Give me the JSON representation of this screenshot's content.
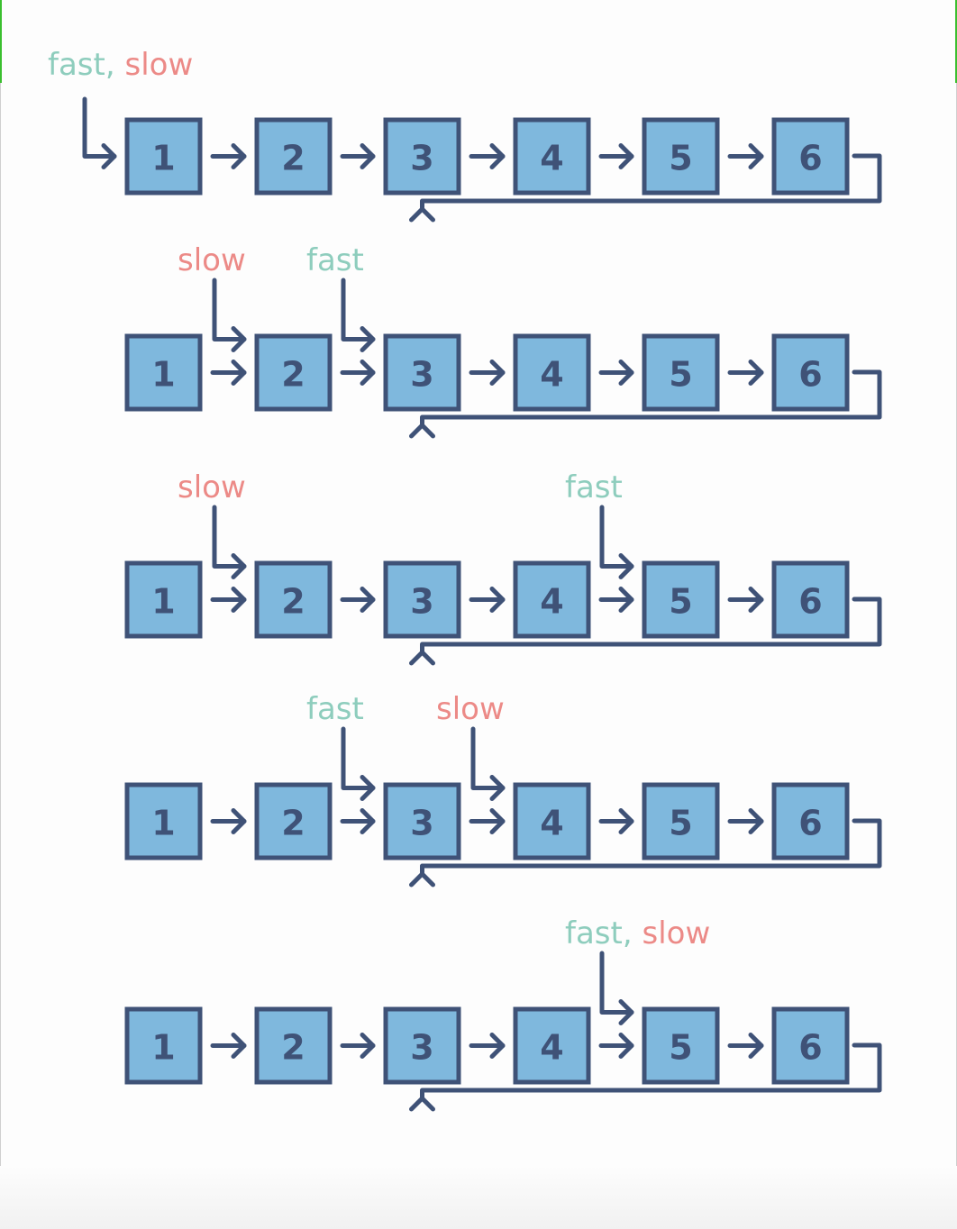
{
  "colors": {
    "node_fill": "#7fb8dd",
    "node_stroke": "#3f5277",
    "fast_color": "#8ecdbd",
    "slow_color": "#ec8a87"
  },
  "rows": [
    {
      "nodes": [
        "1",
        "2",
        "3",
        "4",
        "5",
        "6"
      ],
      "pointers": [
        {
          "segments": [
            {
              "text": "fast",
              "role": "fast"
            },
            {
              "text": ", ",
              "role": "fast"
            },
            {
              "text": "slow",
              "role": "slow"
            }
          ],
          "target": 1,
          "style": "corner"
        }
      ]
    },
    {
      "nodes": [
        "1",
        "2",
        "3",
        "4",
        "5",
        "6"
      ],
      "pointers": [
        {
          "segments": [
            {
              "text": "slow",
              "role": "slow"
            }
          ],
          "target": 2,
          "style": "drop"
        },
        {
          "segments": [
            {
              "text": "fast",
              "role": "fast"
            }
          ],
          "target": 3,
          "style": "drop"
        }
      ]
    },
    {
      "nodes": [
        "1",
        "2",
        "3",
        "4",
        "5",
        "6"
      ],
      "pointers": [
        {
          "segments": [
            {
              "text": "slow",
              "role": "slow"
            }
          ],
          "target": 2,
          "style": "drop"
        },
        {
          "segments": [
            {
              "text": "fast",
              "role": "fast"
            }
          ],
          "target": 5,
          "style": "drop"
        }
      ]
    },
    {
      "nodes": [
        "1",
        "2",
        "3",
        "4",
        "5",
        "6"
      ],
      "pointers": [
        {
          "segments": [
            {
              "text": "fast",
              "role": "fast"
            }
          ],
          "target": 3,
          "style": "drop"
        },
        {
          "segments": [
            {
              "text": "slow",
              "role": "slow"
            }
          ],
          "target": 4,
          "style": "drop"
        }
      ]
    },
    {
      "nodes": [
        "1",
        "2",
        "3",
        "4",
        "5",
        "6"
      ],
      "pointers": [
        {
          "segments": [
            {
              "text": "fast",
              "role": "fast"
            },
            {
              "text": ", ",
              "role": "fast"
            },
            {
              "text": "slow",
              "role": "slow"
            }
          ],
          "target": 5,
          "style": "drop"
        }
      ]
    }
  ],
  "cycle": {
    "from": 6,
    "to": 3
  }
}
